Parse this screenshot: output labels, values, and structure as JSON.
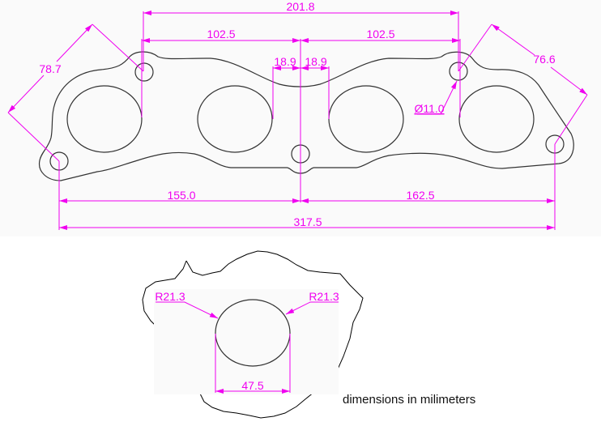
{
  "colors": {
    "dimension": "#f000f0",
    "outline": "#333333",
    "background": "#fafafa"
  },
  "top_view": {
    "dim_overall_bolt_top": "201.8",
    "dim_left_half_top": "102.5",
    "dim_right_half_top": "102.5",
    "dim_left_port_gap": "18.9",
    "dim_right_port_gap": "18.9",
    "dim_left_diag": "78.7",
    "dim_right_diag": "76.6",
    "dim_hole_dia": "Ø11.0",
    "dim_left_bottom": "155.0",
    "dim_right_bottom": "162.5",
    "dim_overall_bottom": "317.5"
  },
  "detail_view": {
    "radius_left": "R21.3",
    "radius_right": "R21.3",
    "width": "47.5"
  },
  "caption": "dimensions in milimeters"
}
